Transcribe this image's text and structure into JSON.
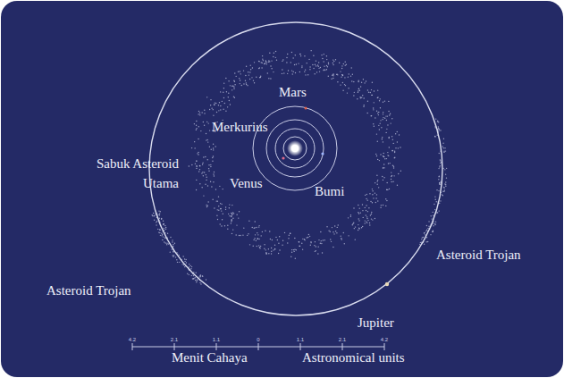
{
  "diagram": {
    "labels": [
      "Mars",
      "Merkurius",
      "Sabuk Asteroid Utama",
      "Venus",
      "Bumi",
      "Asteroid Trojan",
      "Asteroid Trojan",
      "Jupiter",
      "Menit Cahaya",
      "Astronomical units",
      "4.2",
      "2.1",
      "1.1",
      "0",
      "1.1",
      "2.1",
      "4.2"
    ]
  }
}
